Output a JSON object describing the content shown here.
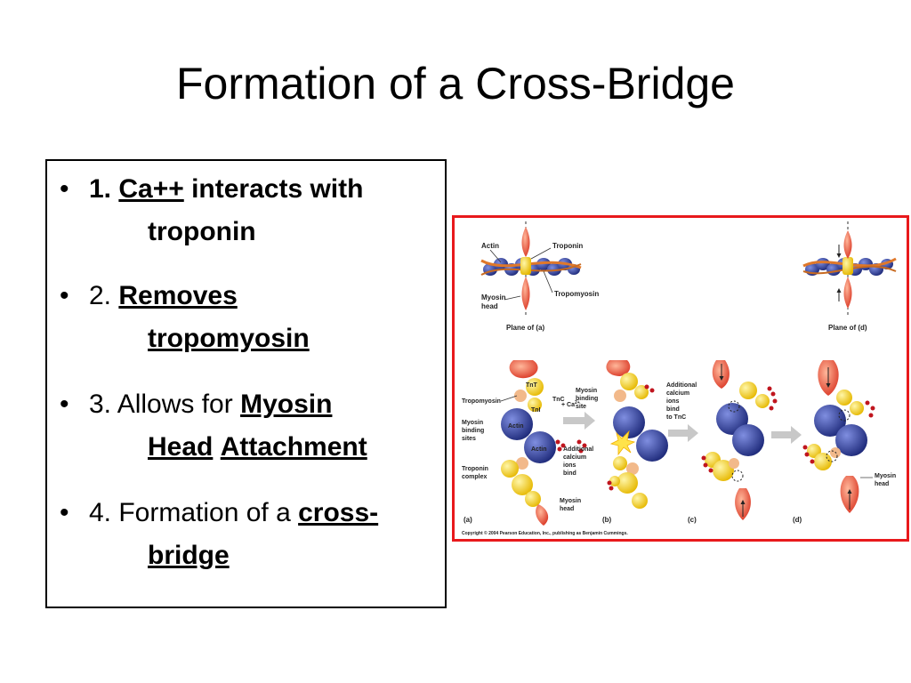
{
  "slide": {
    "title": "Formation of a Cross-Bridge",
    "bullets": [
      {
        "marker": "•",
        "lead": "1. ",
        "term": "Ca++",
        "rest1": " interacts with",
        "rest2": "troponin"
      },
      {
        "marker": "•",
        "lead": "2. ",
        "term1": "Removes",
        "term2": "tropomyosin"
      },
      {
        "marker": "•",
        "lead": "3. Allows for ",
        "term1": "Myosin",
        "term2": "Head",
        "term3": "Attachment"
      },
      {
        "marker": "•",
        "lead": "4. Formation of a ",
        "term1": "cross-",
        "term2": "bridge"
      }
    ]
  },
  "figure": {
    "labels": {
      "actin": "Actin",
      "troponin": "Troponin",
      "tropomyosin": "Tropomyosin",
      "myosin_head": "Myosin head",
      "myosin_head_top": "Myosin",
      "myosin_head_bottom": "head",
      "plane_a": "Plane of (a)",
      "plane_d": "Plane of (d)",
      "tnt": "TnT",
      "tnc": "TnC",
      "tni": "TnI",
      "tropomyosin_mid": "Tropomyosin",
      "myosin_binding_sites": [
        "Myosin",
        "binding",
        "sites"
      ],
      "actin_small": "Actin",
      "troponin_complex": [
        "Troponin",
        "complex"
      ],
      "myosin_binding_site": [
        "Myosin",
        "binding",
        "site"
      ],
      "plus_ca": "+ Ca",
      "ca_sup": "2+",
      "additional_calcium_b": [
        "Additional",
        "calcium",
        "ions",
        "bind"
      ],
      "additional_calcium_c": [
        "Additional",
        "calcium",
        "ions",
        "bind",
        "to TnC"
      ],
      "myosin_head_b": [
        "Myosin",
        "head"
      ],
      "myosin_head_d": [
        "Myosin",
        "head"
      ],
      "panel_a": "(a)",
      "panel_b": "(b)",
      "panel_c": "(c)",
      "panel_d": "(d)",
      "copyright": "Copyright © 2004 Pearson Education, Inc., publishing as Benjamin Cummings."
    },
    "colors": {
      "frame": "#e8191c",
      "actin": "#2e3e9e",
      "troponin": "#f2d21a",
      "tropomyosin": "#e0782a",
      "myosin": "#e23b2b",
      "calcium": "#c0151e"
    }
  }
}
